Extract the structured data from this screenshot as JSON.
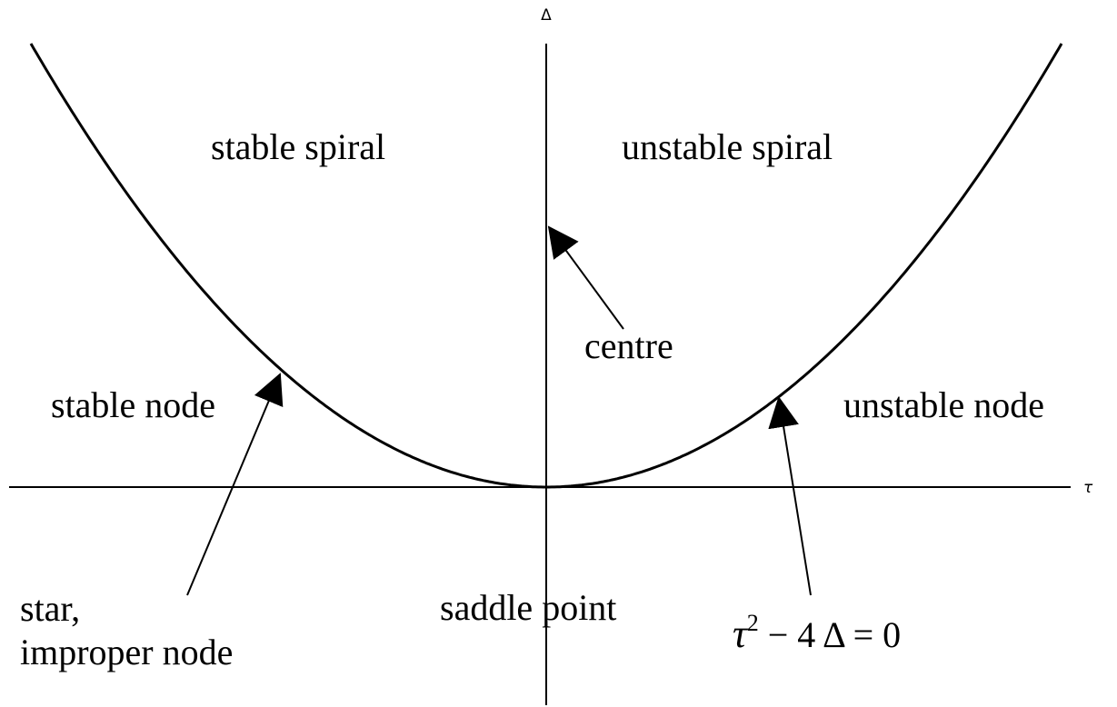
{
  "axes": {
    "x_label": "τ",
    "y_label": "Δ"
  },
  "regions": {
    "stable_spiral": "stable spiral",
    "unstable_spiral": "unstable spiral",
    "centre": "centre",
    "stable_node": "stable node",
    "unstable_node": "unstable node",
    "saddle_point": "saddle point",
    "star_line1": "star,",
    "star_line2": "improper node"
  },
  "curve": {
    "equation": {
      "tau": "τ",
      "exponent": "2",
      "rest": " − 4 Δ = 0"
    }
  },
  "colors": {
    "ink": "#000000",
    "background": "#ffffff"
  }
}
